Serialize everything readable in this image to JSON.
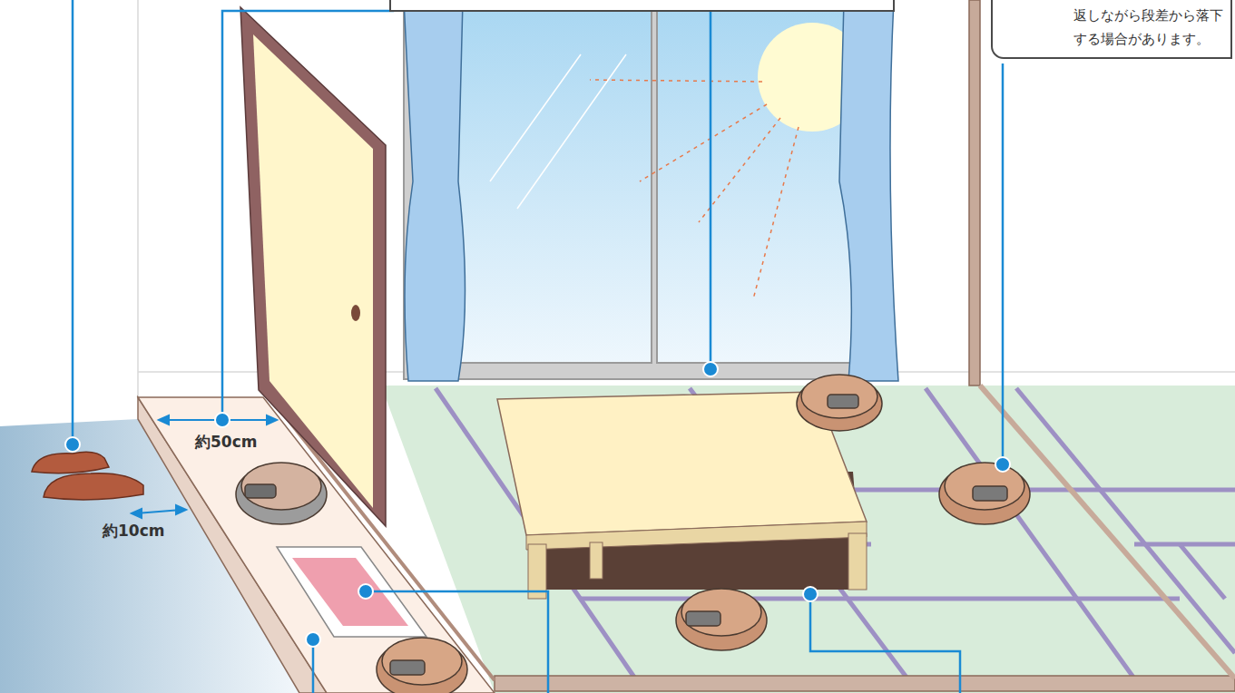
{
  "diagram": {
    "nodes": [
      {
        "text": [
          "返しながら段差から落下 する場合があります。"
        ]
      }
    ],
    "edges": [],
    "labels": [
      "約50cm",
      "約10cm"
    ]
  }
}
